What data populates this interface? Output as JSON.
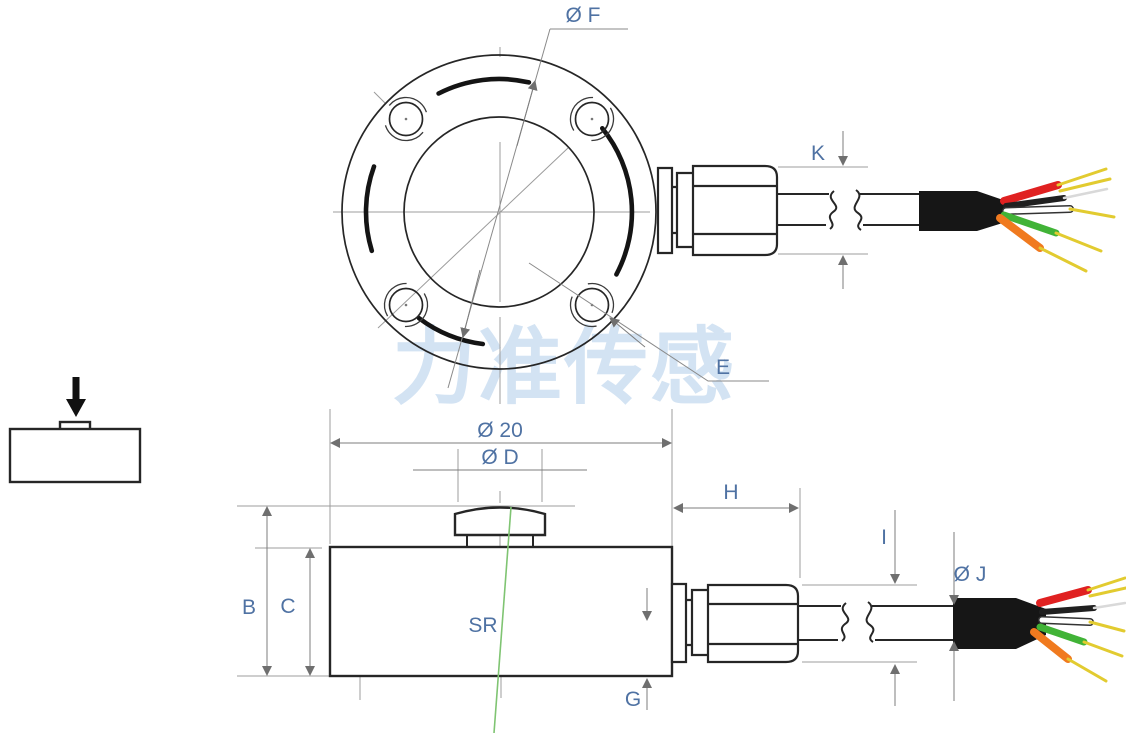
{
  "page": {
    "background": "#ffffff"
  },
  "watermark": {
    "text": "力准传感",
    "color": "#d3e3f3"
  },
  "colors": {
    "outline": "#262626",
    "thick_arc": "#141414",
    "dimension_line": "#7d7d7d",
    "extension_line": "#9c9c9c",
    "dimension_text": "#4f72a3",
    "leader_green": "#7fc472",
    "cable_sheath": "#161616",
    "wire_red": "#e02121",
    "wire_black": "#202020",
    "wire_white": "#ffffff",
    "wire_green": "#41b337",
    "wire_orange": "#f07a1f",
    "wire_tip_yellow": "#e2cb30",
    "wire_tip_gray": "#d9d9d9"
  },
  "labels": {
    "F": "Ø F",
    "K": "K",
    "E": "E",
    "dia20": "Ø 20",
    "diaD": "Ø D",
    "H": "H",
    "I": "I",
    "diaJ": "Ø J",
    "B": "B",
    "C": "C",
    "SR": "SR",
    "G": "G"
  }
}
